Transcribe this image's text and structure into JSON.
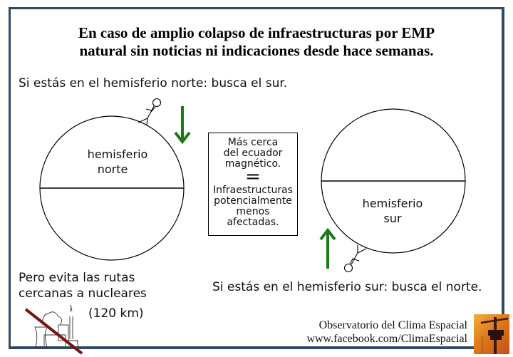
{
  "headline": {
    "line1": "En caso de amplio colapso de infraestructuras por EMP",
    "line2": "natural sin noticias ni indicaciones desde hace semanas."
  },
  "captions": {
    "north_advice": "Si estás en el hemisferio norte: busca el sur.",
    "south_advice": "Si estás en el hemisferio sur: busca el norte.",
    "nuclear_line1": "Pero evita las rutas",
    "nuclear_line2": "cercanas a nucleares",
    "nuclear_distance": "(120 km)"
  },
  "globes": {
    "left": {
      "label_line1": "hemisferio",
      "label_line2": "norte"
    },
    "right": {
      "label_line1": "hemisferio",
      "label_line2": "sur"
    }
  },
  "center_box": {
    "line1": "Más cerca",
    "line2": "del ecuador",
    "line3": "magnético.",
    "equals": "=",
    "line4": "Infraestructuras",
    "line5": "potencialmente",
    "line6": "menos",
    "line7": "afectadas."
  },
  "footer": {
    "org": "Observatorio del Clima Espacial",
    "url": "www.facebook.com/ClimaEspacial"
  },
  "icons": {
    "arrow_down": "green-arrow-down-icon",
    "arrow_up": "green-arrow-up-icon",
    "walker_north": "stick-figure-icon",
    "walker_south": "stick-figure-icon",
    "nuclear_plant": "nuclear-plant-crossed-icon",
    "logo": "power-pole-logo-icon"
  },
  "colors": {
    "frame": "#2f4a63",
    "arrow": "#1a7a1a",
    "strike": "#7a1515",
    "logo_orange": "#e07a18"
  }
}
